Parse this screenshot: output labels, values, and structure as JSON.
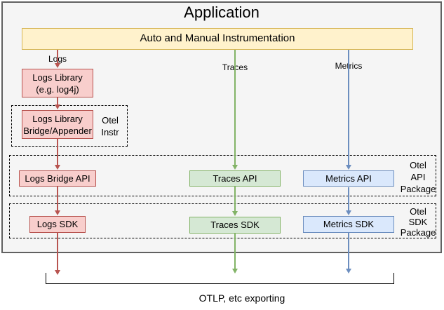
{
  "app": {
    "title": "Application",
    "instrumentation_label": "Auto and Manual Instrumentation"
  },
  "signals": {
    "logs": "Logs",
    "traces": "Traces",
    "metrics": "Metrics"
  },
  "logs_pipeline": {
    "library_line1": "Logs Library",
    "library_line2": "(e.g. log4j)",
    "bridge_line1": "Logs Library",
    "bridge_line2": "Bridge/Appender",
    "instr_package_line1": "Otel",
    "instr_package_line2": "Instr"
  },
  "api_row": {
    "logs": "Logs Bridge API",
    "traces": "Traces API",
    "metrics": "Metrics API",
    "package_line1": "Otel",
    "package_line2": "API",
    "package_line3": "Package"
  },
  "sdk_row": {
    "logs": "Logs SDK",
    "traces": "Traces SDK",
    "metrics": "Metrics SDK",
    "package_line1": "Otel",
    "package_line2": "SDK",
    "package_line3": "Package"
  },
  "export": {
    "label": "OTLP, etc exporting"
  },
  "colors": {
    "logs_fill": "#f8cecc",
    "logs_stroke": "#b85450",
    "traces_fill": "#d5e8d4",
    "traces_stroke": "#82b366",
    "metrics_fill": "#dae8fc",
    "metrics_stroke": "#6c8ebf",
    "instrumentation_fill": "#fff2cc",
    "instrumentation_stroke": "#d6b656",
    "application_fill": "#f5f5f5",
    "application_stroke": "#616161"
  }
}
